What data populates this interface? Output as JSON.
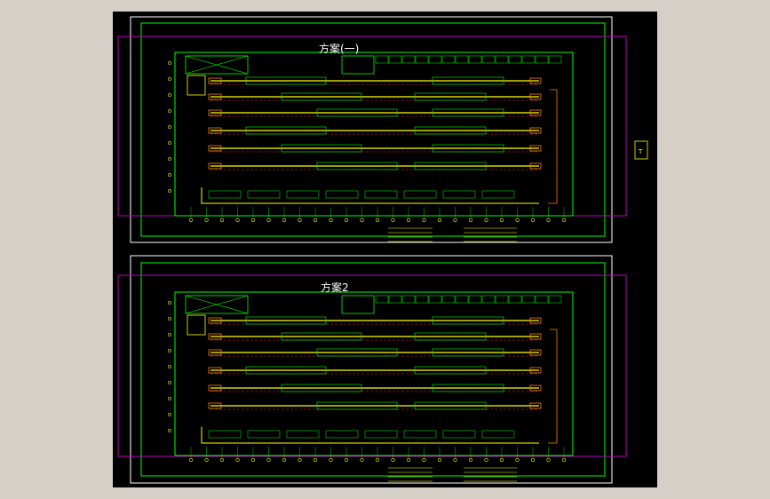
{
  "viewer": {
    "background": "#d4d0c8",
    "canvas_background": "#000000"
  },
  "plans": [
    {
      "title": "方案(一)"
    },
    {
      "title": "方案2"
    }
  ],
  "side_annotation": {
    "text": "T"
  },
  "colors": {
    "frame": "#ffffff",
    "magenta": "#c000c0",
    "green": "#00ff00",
    "yellow": "#ffff00",
    "red": "#ff2020",
    "cyan": "#00c8ff",
    "orange": "#ff8000"
  }
}
